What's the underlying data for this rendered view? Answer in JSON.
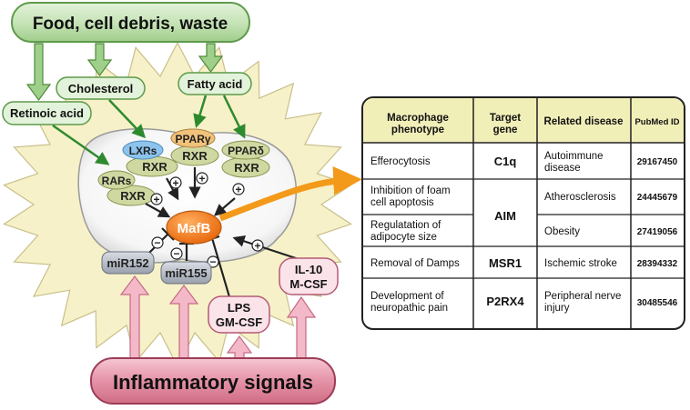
{
  "sources": {
    "food": "Food, cell debris, waste",
    "cholesterol": "Cholesterol",
    "fatty_acid": "Fatty acid",
    "retinoic_acid": "Retinoic acid",
    "inflammatory": "Inflammatory signals"
  },
  "receptors": {
    "lxrs": "LXRs",
    "rxr": "RXR",
    "rars": "RARs",
    "ppar_gamma": "PPARγ",
    "ppar_delta": "PPARδ"
  },
  "center": "MafB",
  "regulators": {
    "mir152": "miR152",
    "mir155": "miR155",
    "lps": "LPS",
    "gmcsf": "GM-CSF",
    "il10": "IL-10",
    "mcsf": "M-CSF"
  },
  "signs": {
    "plus": "+",
    "minus": "−"
  },
  "table": {
    "headers": [
      "Macrophage phenotype",
      "Target gene",
      "Related disease",
      "PubMed ID"
    ],
    "rows": [
      {
        "phenotype": "Efferocytosis",
        "gene": "C1q",
        "disease": "Autoimmune disease",
        "pmid": "29167450"
      },
      {
        "phenotype": "Inhibition of foam cell apoptosis",
        "gene": "AIM",
        "disease": "Atherosclerosis",
        "pmid": "24445679"
      },
      {
        "phenotype": "Regulatation of adipocyte size",
        "gene": "AIM",
        "disease": "Obesity",
        "pmid": "27419056"
      },
      {
        "phenotype": "Removal of Damps",
        "gene": "MSR1",
        "disease": "Ischemic stroke",
        "pmid": "28394332"
      },
      {
        "phenotype": "Development of neuropathic pain",
        "gene": "P2RX4",
        "disease": "Peripheral nerve injury",
        "pmid": "30485546"
      }
    ]
  },
  "colors": {
    "green_box": "#cfe8c2",
    "green_border": "#5e9a4a",
    "pink_box": "#e49aac",
    "mafb_orange": "#f07a1a",
    "table_header": "#f1efb8",
    "arrow_green": "#2f8a2f",
    "arrow_pink": "#f4b9c8"
  }
}
